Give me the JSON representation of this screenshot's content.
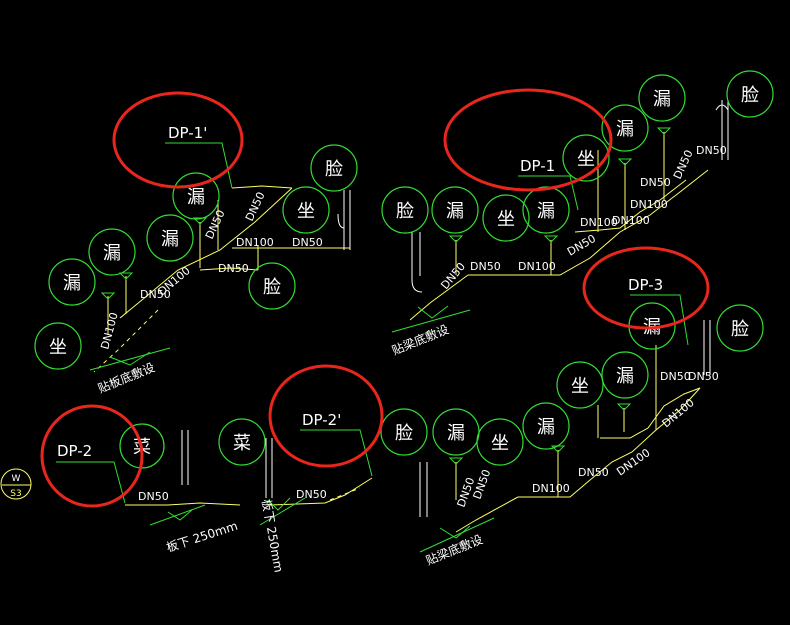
{
  "colors": {
    "background": "#000000",
    "pipe": "#ffff66",
    "green": "#33dd33",
    "white": "#ffffff",
    "highlight": "#e8261c"
  },
  "drain_labels": {
    "dp1p": "DP-1'",
    "dp1": "DP-1",
    "dp2": "DP-2",
    "dp2p": "DP-2'",
    "dp3": "DP-3"
  },
  "fixture_chars": {
    "basin": "脸",
    "floor_drain": "漏",
    "toilet": "坐",
    "vegetable": "菜"
  },
  "pipe_sizes": {
    "dn50": "DN50",
    "dn100": "DN100"
  },
  "notes": {
    "under_slab": "贴板底敷设",
    "under_beam": "贴梁底敷设",
    "below_slab_250": "板下 250mm",
    "below_slab_250_b": "板下 250mm"
  },
  "marker": {
    "top": "W",
    "bottom": "S3"
  }
}
